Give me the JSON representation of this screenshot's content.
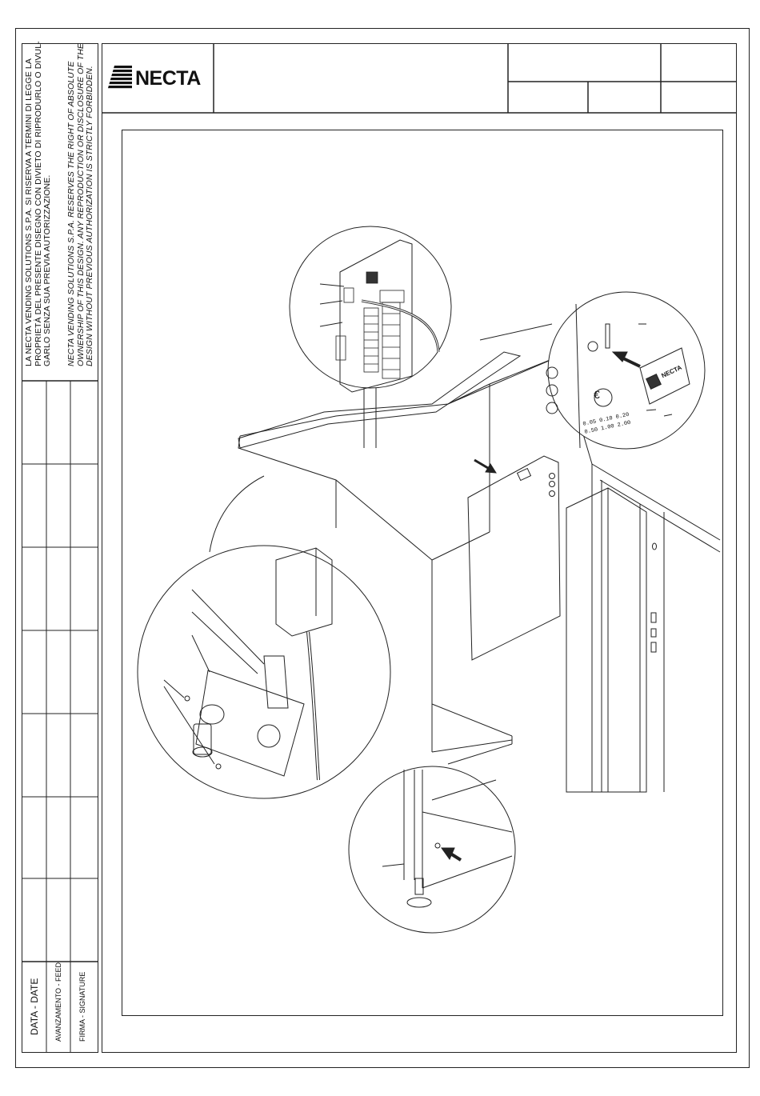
{
  "title_block": {
    "brand": "NECTA",
    "cells": [
      "",
      "",
      "",
      "",
      "",
      ""
    ]
  },
  "legal_notice": {
    "italian": [
      "LA NECTA VENDING SOLUTIONS S.P.A. SI RISERVA A  TERMINI DI LEGGE LA",
      "PROPRIETÀ DEL PRESENTE DISEGNO CON DIVIETO DI RIPRODURLO O DIVUL-",
      "GARLO SENZA SUA PREVIA AUTORIZZAZIONE."
    ],
    "english": [
      "NECTA VENDING SOLUTIONS S.P.A. RESERVES THE RIGHT OF ABSOLUTE",
      "OWNERSHIP OF THIS DESIGN. ANY REPRODUCTION OR DISCLOSURE OF THE",
      "DESIGN WITHOUT PREVIOUS AUTHORIZATION IS STRICTLY FORBIDDEN."
    ]
  },
  "revision_table": {
    "date_label": "DATA - DATE",
    "feed_label": "AVANZAMENTO - FEED",
    "signature_label": "FIRMA - SIGNATURE"
  },
  "drawing": {
    "coin_label_brand": "NECTA",
    "price_row_1": "0.05   0.10   0.20",
    "price_row_2": "0.50   1.00   2.00",
    "currency_symbol": "€"
  }
}
